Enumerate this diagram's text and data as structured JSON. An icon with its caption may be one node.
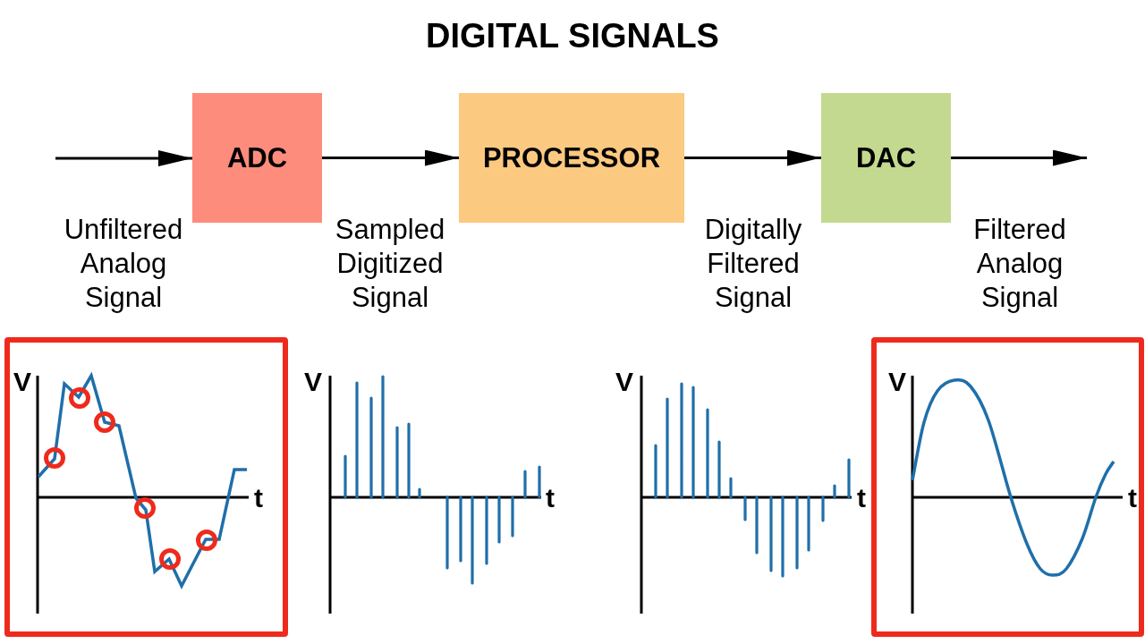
{
  "diagram": {
    "title": "DIGITAL SIGNALS",
    "nodes": [
      {
        "text": [
          "ADC"
        ]
      },
      {
        "text": [
          "PROCESSOR"
        ]
      },
      {
        "text": [
          "DAC"
        ]
      }
    ],
    "edges": [
      {
        "from": null,
        "to": 0,
        "arrow": "to",
        "label": "Unfiltered Analog Signal"
      },
      {
        "from": 0,
        "to": 1,
        "arrow": "to",
        "label": "Sampled Digitized Signal"
      },
      {
        "from": 1,
        "to": 2,
        "arrow": "to",
        "label": "Digitally Filtered Signal"
      },
      {
        "from": 2,
        "to": null,
        "arrow": "to",
        "label": "Filtered Analog Signal"
      }
    ],
    "labels": [
      "V",
      "t",
      "V",
      "t",
      "V",
      "t",
      "V",
      "t"
    ]
  }
}
